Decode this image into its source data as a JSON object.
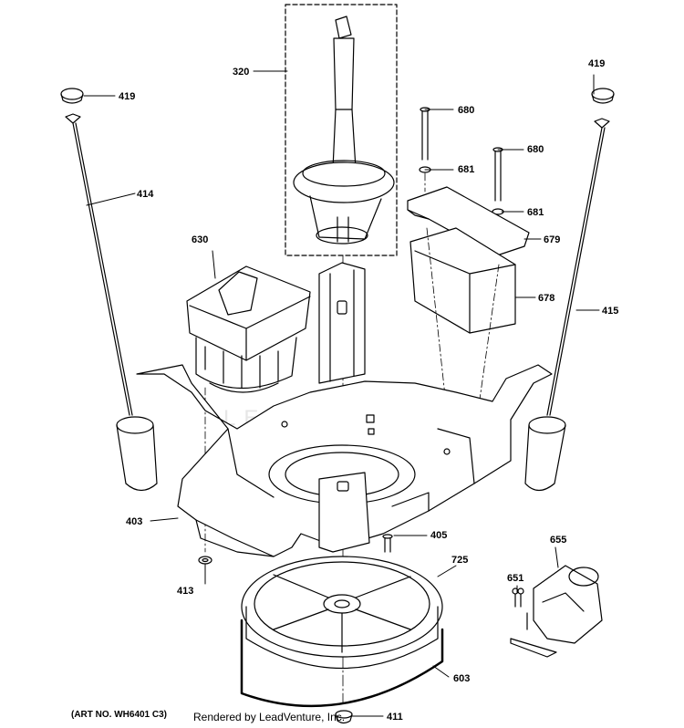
{
  "watermark": "LEADVENTURE",
  "art_number": "(ART NO. WH6401 C3)",
  "rendered_by": "Rendered by LeadVenture, Inc.",
  "callouts": [
    {
      "id": "320",
      "text": "320"
    },
    {
      "id": "419-left",
      "text": "419"
    },
    {
      "id": "419-right",
      "text": "419"
    },
    {
      "id": "414",
      "text": "414"
    },
    {
      "id": "415",
      "text": "415"
    },
    {
      "id": "680-a",
      "text": "680"
    },
    {
      "id": "680-b",
      "text": "680"
    },
    {
      "id": "681-a",
      "text": "681"
    },
    {
      "id": "681-b",
      "text": "681"
    },
    {
      "id": "679",
      "text": "679"
    },
    {
      "id": "678",
      "text": "678"
    },
    {
      "id": "630",
      "text": "630"
    },
    {
      "id": "403",
      "text": "403"
    },
    {
      "id": "405",
      "text": "405"
    },
    {
      "id": "413",
      "text": "413"
    },
    {
      "id": "725",
      "text": "725"
    },
    {
      "id": "655",
      "text": "655"
    },
    {
      "id": "651",
      "text": "651"
    },
    {
      "id": "603",
      "text": "603"
    },
    {
      "id": "411",
      "text": "411"
    }
  ]
}
